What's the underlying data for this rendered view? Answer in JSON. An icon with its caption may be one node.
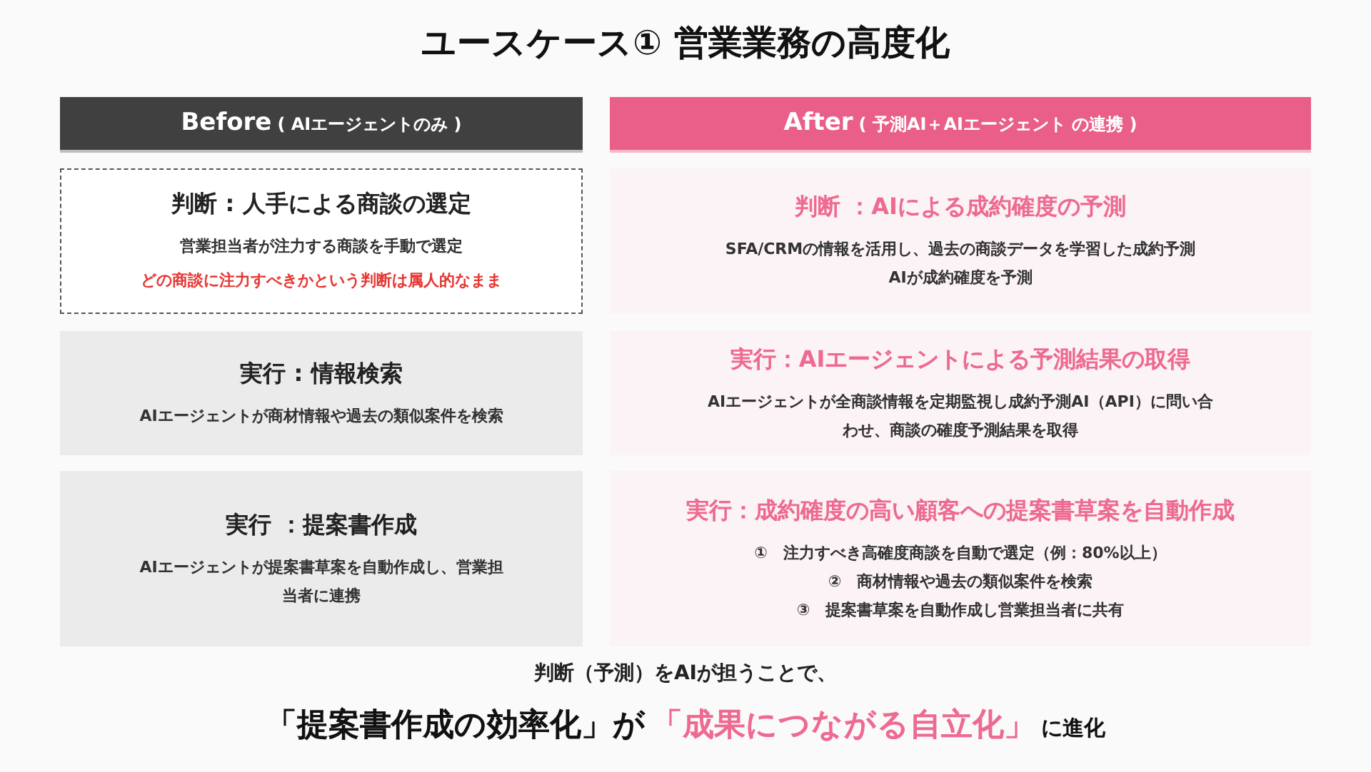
{
  "diagram": {
    "title": "ユースケース① 営業業務の高度化",
    "nodes": [
      {
        "text": [
          "Before",
          "( AIエージェントのみ )"
        ]
      },
      {
        "text": [
          "After",
          "( 予測AI＋AIエージェント の連携 )"
        ]
      },
      {
        "text": [
          "判断 : 人手による商談の選定",
          "営業担当者が注力する商談を手動で選定",
          "どの商談に注力すべきかという判断は属人的なまま"
        ]
      },
      {
        "text": [
          "判断 ：AIによる成約確度の予測",
          "SFA/CRMの情報を活用し、過去の商談データを学習した成約予測AIが成約確度を予測"
        ]
      },
      {
        "text": [
          "実行 : 情報検索",
          "AIエージェントが商材情報や過去の類似案件を検索"
        ]
      },
      {
        "text": [
          "実行：AIエージェントによる予測結果の取得",
          "AIエージェントが全商談情報を定期監視し成約予測AI（API）に問い合わせ、商談の確度予測結果を取得"
        ]
      },
      {
        "text": [
          "実行 ：提案書作成",
          "AIエージェントが提案書草案を自動作成し、営業担当者に連携"
        ]
      },
      {
        "text": [
          "実行：成約確度の高い顧客への提案書草案を自動作成",
          "①　注力すべき高確度商談を自動で選定（例：80%以上）",
          "②　商材情報や過去の類似案件を検索",
          "③　提案書草案を自動作成し営業担当者に共有"
        ]
      }
    ],
    "labels": [
      "判断（予測）をAIが担うことで、",
      "「提案書作成の効率化」が",
      "「成果につながる自立化」",
      "に進化"
    ]
  }
}
